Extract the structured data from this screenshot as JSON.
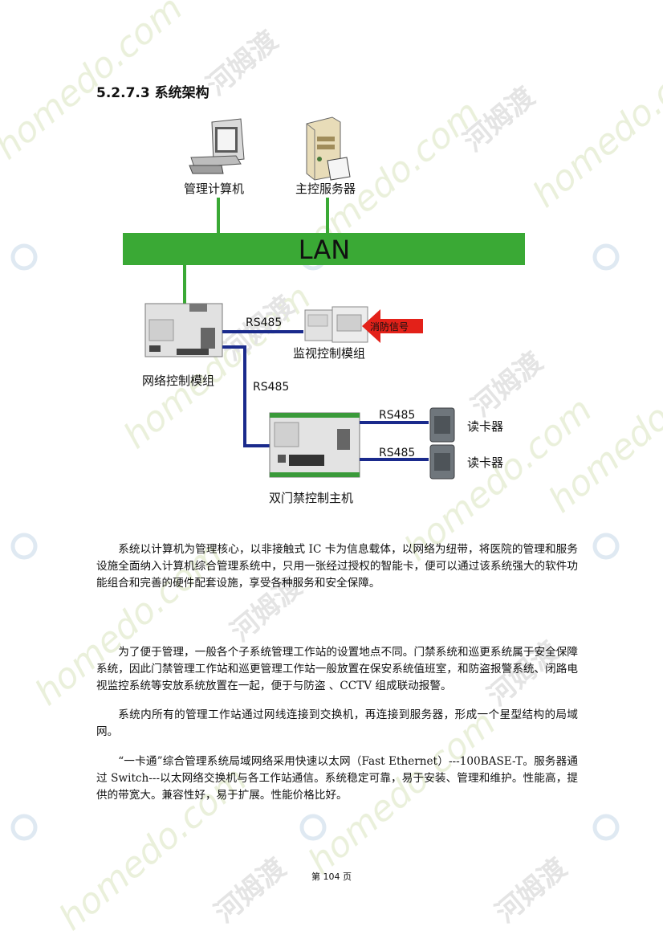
{
  "section_title": "5.2.7.3 系统架构",
  "diagram": {
    "management_computer": "管理计算机",
    "main_server": "主控服务器",
    "lan_label": "LAN",
    "network_control_module": "网络控制模组",
    "monitor_control_module": "监视控制模组",
    "fire_signal": "消防信号",
    "rs485_top": "RS485",
    "rs485_vertical": "RS485",
    "rs485_reader1": "RS485",
    "rs485_reader2": "RS485",
    "card_reader_1": "读卡器",
    "card_reader_2": "读卡器",
    "double_door_controller": "双门禁控制主机"
  },
  "paragraphs": [
    "系统以计算机为管理核心，以非接触式 IC 卡为信息载体，以网络为纽带，将医院的管理和服务设施全面纳入计算机综合管理系统中，只用一张经过授权的智能卡，便可以通过该系统强大的软件功能组合和完善的硬件配套设施，享受各种服务和安全保障。",
    "为了便于管理，一般各个子系统管理工作站的设置地点不同。门禁系统和巡更系统属于安全保障系统，因此门禁管理工作站和巡更管理工作站一般放置在保安系统值班室，和防盗报警系统、闭路电视监控系统等安放系统放置在一起，便于与防盗 、CCTV 组成联动报警。",
    "系统内所有的管理工作站通过网线连接到交换机，再连接到服务器，形成一个星型结构的局域网。",
    "“一卡通”综合管理系统局域网络采用快速以太网（Fast Ethernet）---100BASE-T。服务器通过 Switch---以太网络交换机与各工作站通信。系统稳定可靠，易于安装、管理和维护。性能高，提供的带宽大。兼容性好，易于扩展。性能价格比好。"
  ],
  "page_number": "第 104 页",
  "watermark": {
    "latin": "homedo.com",
    "chinese": "河姆渡"
  },
  "colors": {
    "lan_green": "#3aa935",
    "line_green": "#3aa935",
    "cable_blue": "#1a2a8c",
    "fire_red": "#e32119",
    "watermark": "#e6ecd6"
  }
}
